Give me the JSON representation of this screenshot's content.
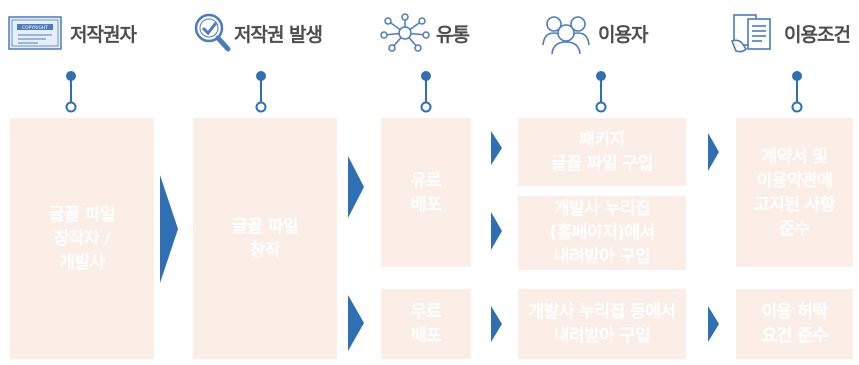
{
  "colors": {
    "box_fill": "#fbeee6",
    "box_text": "#ffffff",
    "arrow": "#2f6fb3",
    "pin": "#2f6fb3",
    "header_text": "#4d4d4d",
    "icon": "#4a7cc0"
  },
  "headers": [
    {
      "icon": "certificate-icon",
      "label": "저작권자"
    },
    {
      "icon": "magnifier-check-icon",
      "label": "저작권 발생"
    },
    {
      "icon": "network-nodes-icon",
      "label": "유통"
    },
    {
      "icon": "people-group-icon",
      "label": "이용자"
    },
    {
      "icon": "document-hand-icon",
      "label": "이용조건"
    }
  ],
  "author_box": "글꼴 파일\n창작자 /\n개발사",
  "creation_box": "글꼴 파일\n창작",
  "distribution": {
    "paid": "유료\n배포",
    "free": "무료\n배포"
  },
  "users": {
    "package": "패키지\n글꼴 파일 구입",
    "homepage": "개발사 누리집\n(홈페이지)에서\n내려받아 구입",
    "free_download": "개발사 누리집 등에서\n내려받아 구입"
  },
  "conditions": {
    "contract": "계약서 및\n이용약관에\n고지된 사항\n준수",
    "permission": "이용 허락\n요건 준수"
  },
  "certificate_word": "COPYRIGHT"
}
